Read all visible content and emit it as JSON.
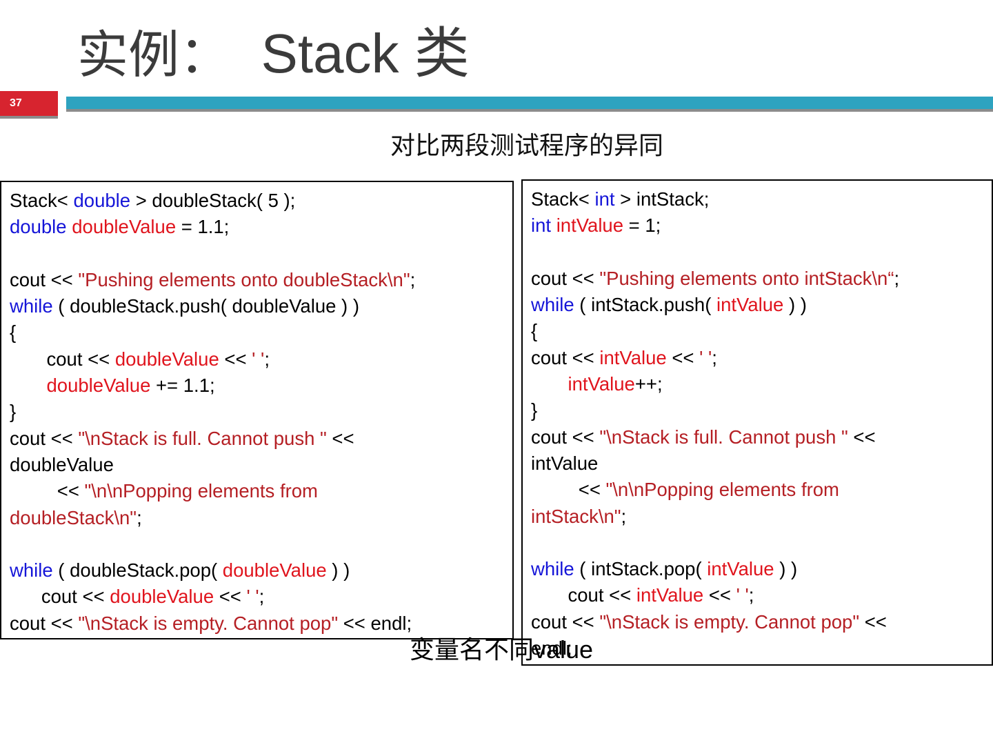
{
  "slide": {
    "title_cn": "实例：",
    "title_en": "Stack 类",
    "page_number": "37",
    "subtitle": "对比两段测试程序的异同",
    "note_cn": "变量名不同",
    "note_en": "value"
  },
  "left_code": [
    [
      [
        "pl",
        "Stack< "
      ],
      [
        "kw",
        "double"
      ],
      [
        "pl",
        " > doubleStack( 5 );"
      ]
    ],
    [
      [
        "kw",
        "double"
      ],
      [
        "pl",
        " "
      ],
      [
        "var",
        "doubleValue"
      ],
      [
        "pl",
        " = 1.1;"
      ]
    ],
    [],
    [
      [
        "pl",
        "cout << "
      ],
      [
        "str",
        "\"Pushing elements onto doubleStack\\n\""
      ],
      [
        "pl",
        ";"
      ]
    ],
    [
      [
        "kw",
        "while"
      ],
      [
        "pl",
        " ( doubleStack.push( doubleValue ) )"
      ]
    ],
    [
      [
        "pl",
        "{"
      ]
    ],
    [
      [
        "pl",
        "       cout << "
      ],
      [
        "var",
        "doubleValue"
      ],
      [
        "pl",
        " << "
      ],
      [
        "str",
        "' '"
      ],
      [
        "pl",
        ";"
      ]
    ],
    [
      [
        "pl",
        "       "
      ],
      [
        "var",
        "doubleValue"
      ],
      [
        "pl",
        " += 1.1;"
      ]
    ],
    [
      [
        "pl",
        "}"
      ]
    ],
    [
      [
        "pl",
        "cout << "
      ],
      [
        "str",
        "\"\\nStack is full. Cannot push \""
      ],
      [
        "pl",
        " <<"
      ]
    ],
    [
      [
        "pl",
        "doubleValue"
      ]
    ],
    [
      [
        "pl",
        "         << "
      ],
      [
        "str",
        "\"\\n\\nPopping elements from"
      ]
    ],
    [
      [
        "str",
        "doubleStack\\n\""
      ],
      [
        "pl",
        ";"
      ]
    ],
    [],
    [
      [
        "kw",
        "while"
      ],
      [
        "pl",
        " ( doubleStack.pop( "
      ],
      [
        "var",
        "doubleValue"
      ],
      [
        "pl",
        " ) )"
      ]
    ],
    [
      [
        "pl",
        "      cout << "
      ],
      [
        "var",
        "doubleValue"
      ],
      [
        "pl",
        " << "
      ],
      [
        "str",
        "' '"
      ],
      [
        "pl",
        ";"
      ]
    ],
    [
      [
        "pl",
        "cout << "
      ],
      [
        "str",
        "\"\\nStack is empty. Cannot pop\""
      ],
      [
        "pl",
        " << endl;"
      ]
    ]
  ],
  "right_code": [
    [
      [
        "pl",
        "Stack< "
      ],
      [
        "kw",
        "int"
      ],
      [
        "pl",
        " > intStack;"
      ]
    ],
    [
      [
        "kw",
        "int"
      ],
      [
        "pl",
        " "
      ],
      [
        "var",
        "intValue"
      ],
      [
        "pl",
        " = 1;"
      ]
    ],
    [],
    [
      [
        "pl",
        "cout << "
      ],
      [
        "str",
        "\"Pushing elements onto intStack\\n“"
      ],
      [
        "pl",
        ";"
      ]
    ],
    [
      [
        "kw",
        "while"
      ],
      [
        "pl",
        " ( intStack.push( "
      ],
      [
        "var",
        "intValue"
      ],
      [
        "pl",
        " ) )"
      ]
    ],
    [
      [
        "pl",
        "{"
      ]
    ],
    [
      [
        "pl",
        "cout << "
      ],
      [
        "var",
        "intValue"
      ],
      [
        "pl",
        " << "
      ],
      [
        "str",
        "' '"
      ],
      [
        "pl",
        ";"
      ]
    ],
    [
      [
        "pl",
        "       "
      ],
      [
        "var",
        "intValue"
      ],
      [
        "pl",
        "++;"
      ]
    ],
    [
      [
        "pl",
        "}"
      ]
    ],
    [
      [
        "pl",
        "cout << "
      ],
      [
        "str",
        "\"\\nStack is full. Cannot push \""
      ],
      [
        "pl",
        " <<"
      ]
    ],
    [
      [
        "pl",
        "intValue"
      ]
    ],
    [
      [
        "pl",
        "         << "
      ],
      [
        "str",
        "\"\\n\\nPopping elements from"
      ]
    ],
    [
      [
        "str",
        "intStack\\n\""
      ],
      [
        "pl",
        ";"
      ]
    ],
    [],
    [
      [
        "kw",
        "while"
      ],
      [
        "pl",
        " ( intStack.pop( "
      ],
      [
        "var",
        "intValue"
      ],
      [
        "pl",
        " ) )"
      ]
    ],
    [
      [
        "pl",
        "       cout << "
      ],
      [
        "var",
        "intValue"
      ],
      [
        "pl",
        " << "
      ],
      [
        "str",
        "' '"
      ],
      [
        "pl",
        ";"
      ]
    ],
    [
      [
        "pl",
        "cout << "
      ],
      [
        "str",
        "\"\\nStack is empty. Cannot pop\""
      ],
      [
        "pl",
        " <<"
      ]
    ],
    [
      [
        "pl",
        "endl;"
      ]
    ]
  ],
  "colors": {
    "keyword": "#1515d8",
    "variable": "#e0141d",
    "string": "#b51f24",
    "page_number_bg": "#d7242f",
    "accent_bar": "#2ea3c0"
  }
}
